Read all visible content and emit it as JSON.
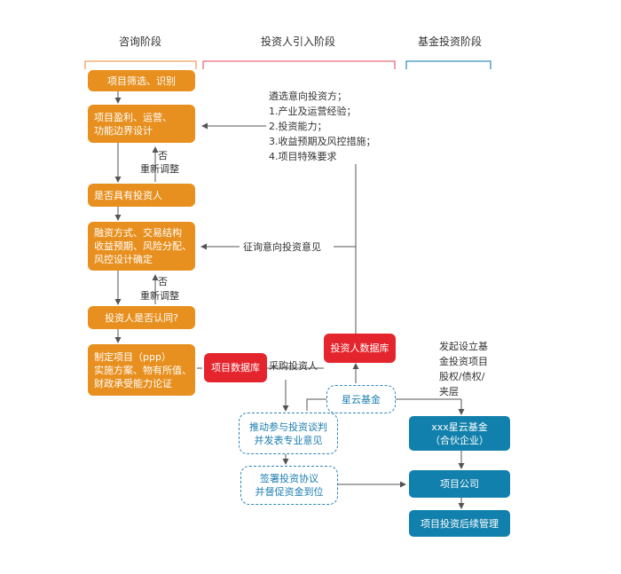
{
  "headers": {
    "consult": "咨询阶段",
    "investor": "投资人引入阶段",
    "fund": "基金投资阶段"
  },
  "consult_boxes": {
    "screen": "项目筛选、识别",
    "design": "项目盈利、运营、\n功能边界设计",
    "has_investor": "是否具有投资人",
    "structure": "融资方式、交易结构\n收益预期、风险分配、\n风控设计确定",
    "investor_approve": "投资人是否认同?",
    "plan": "制定项目（ppp）\n实施方案、物有所值、\n财政承受能力论证"
  },
  "feedback": {
    "no_1": "否",
    "readjust_1": "重新调整",
    "no_2": "否",
    "readjust_2": "重新调整"
  },
  "investor_stage": {
    "selection_note": "遴选意向投资方；\n1.产业及运营经验；\n2.投资能力；\n3.收益预期及风控措施；\n4.项目特殊要求",
    "solicit": "征询意向投资意见",
    "project_db": "项目数据库",
    "investor_db": "投资人数据库",
    "procure": "采购投资人",
    "xingyun_fund": "星云基金",
    "negotiate": "推动参与投资谈判\n并发表专业意见",
    "sign": "签署投资协议\n并督促资金到位"
  },
  "fund_stage": {
    "setup_note": "发起设立基\n金投资项目\n股权/债权/\n夹层",
    "partnership": "xxx星云基金\n（合伙企业）",
    "project_company": "项目公司",
    "post_mgmt": "项目投资后续管理"
  },
  "colors": {
    "consult": "#e8901f",
    "investor": "#e5252d",
    "fund": "#1280ac",
    "consult_bracket": "#f0a060",
    "investor_bracket": "#e86a78",
    "fund_bracket": "#3a90c0"
  }
}
